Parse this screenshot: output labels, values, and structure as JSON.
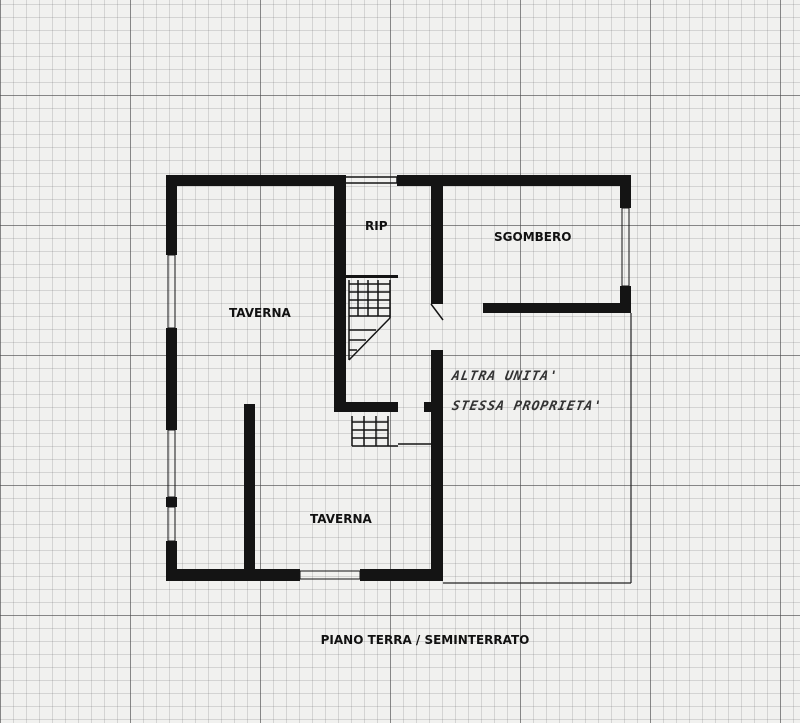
{
  "rooms": {
    "taverna_top": "TAVERNA",
    "rip": "RIP",
    "sgombero": "SGOMBERO",
    "taverna_bottom": "TAVERNA"
  },
  "notes": {
    "line1": "ALTRA UNITA'",
    "line2": "STESSA PROPRIETA'"
  },
  "caption": "PIANO TERRA / SEMINTERRATO"
}
